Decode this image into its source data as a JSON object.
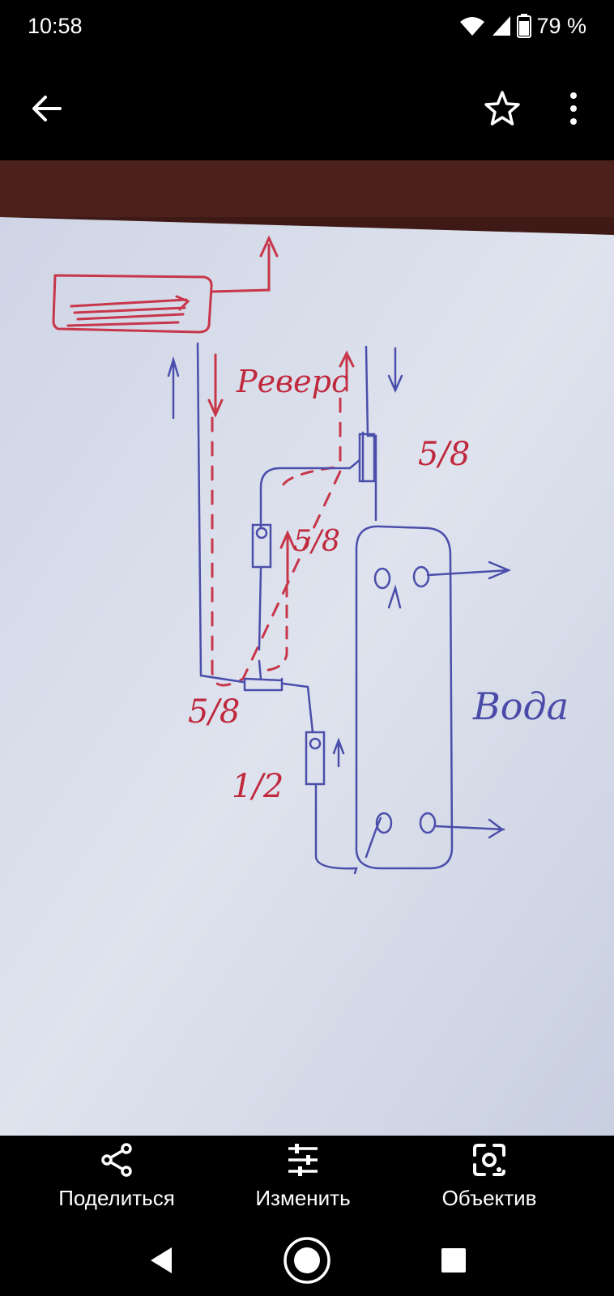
{
  "status_bar": {
    "time": "10:58",
    "battery": "79 %",
    "network_badge": "4"
  },
  "top_bar": {
    "icons": [
      "arrow-back-icon",
      "star-icon",
      "more-vert-icon"
    ]
  },
  "photo": {
    "labels": {
      "revers": "Реверс",
      "pipe_top": "5/8",
      "pipe_mid": "5/8",
      "pipe_tee": "5/8",
      "pipe_bottom": "1/2",
      "water": "Вода"
    }
  },
  "actions": {
    "share_label": "Поделиться",
    "edit_label": "Изменить",
    "lens_label": "Объектив"
  },
  "colors": {
    "background": "#000000",
    "paper": "#d6dbe8",
    "table": "#4a1e19",
    "red_ink": "#c0283c",
    "blue_ink": "#4a4aa8"
  }
}
